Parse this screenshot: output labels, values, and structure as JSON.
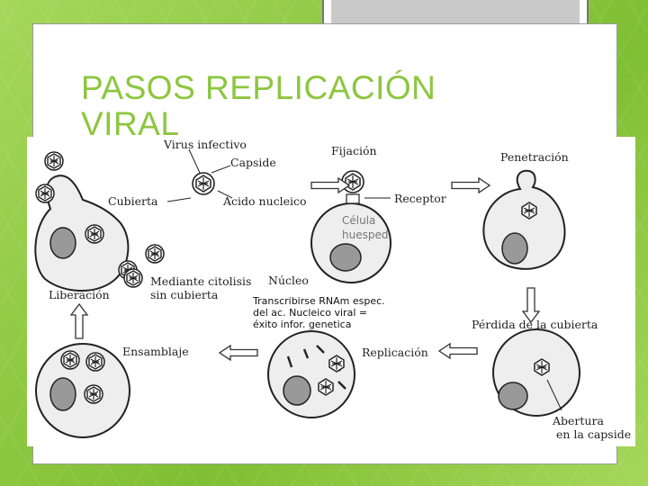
{
  "slide": {
    "title_line1": "PASOS REPLICACIÓN",
    "title_line2": "VIRAL"
  },
  "labels": {
    "virus_infectivo": "Virus infectivo",
    "capside": "Capside",
    "cubierta": "Cubierta",
    "acido_nucleico": "Ácido nucleico",
    "fijacion": "Fijación",
    "receptor": "Receptor",
    "celula_1": "Célula",
    "celula_2": "huesped",
    "penetracion": "Penetración",
    "liberacion": "Liberación",
    "citolisis_1": "Mediante citolisis",
    "citolisis_2": "sin cubierta",
    "nucleo": "Núcleo",
    "transcribirse_1": "Transcribirse RNAm espec.",
    "transcribirse_2": "del ac. Nucleico viral =",
    "transcribirse_3": "éxito infor. genetica",
    "perdida": "Pérdida de la cubierta",
    "ensamblaje": "Ensamblaje",
    "replicacion": "Replicación",
    "abertura_1": "Abertura",
    "abertura_2": "en la capside"
  },
  "icons": {
    "arrow": "hollow-arrow",
    "virus": "virus-capsid"
  }
}
